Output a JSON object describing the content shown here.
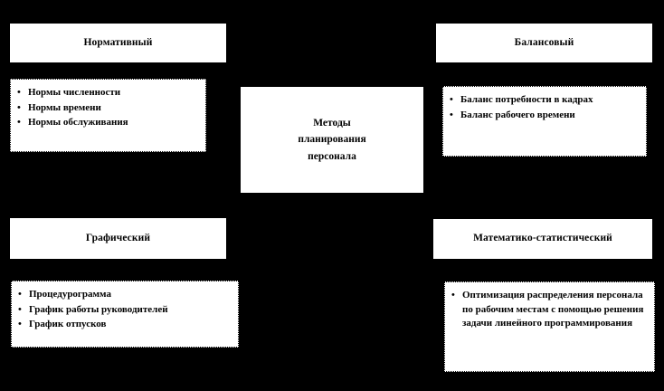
{
  "diagram": {
    "title": "Методы планирования персонала",
    "background_color": "#000000",
    "box_fill_color": "#ffffff",
    "text_color": "#000000",
    "center": {
      "label": "Методы\nпланирования\nперсонала"
    },
    "quadrants": [
      {
        "key": "normativny",
        "header": "Нормативный",
        "bullet_glyph": "•",
        "items": [
          "Нормы численности",
          "Нормы времени",
          "Нормы обслуживания"
        ]
      },
      {
        "key": "balansovy",
        "header": "Балансовый",
        "bullet_glyph": "•",
        "items": [
          "Баланс потребности в кадрах",
          "Баланс рабочего времени"
        ]
      },
      {
        "key": "grafichesky",
        "header": "Графический",
        "bullet_glyph": "•",
        "items": [
          "Процедурограмма",
          "График работы руководителей",
          "График отпусков"
        ]
      },
      {
        "key": "matematiko_statistichesky",
        "header": "Математико-статистический",
        "bullet_glyph": "•",
        "items": [
          "Оптимизация распределения персонала по рабочим местам с помощью решения задачи линейного программирования"
        ]
      }
    ]
  }
}
